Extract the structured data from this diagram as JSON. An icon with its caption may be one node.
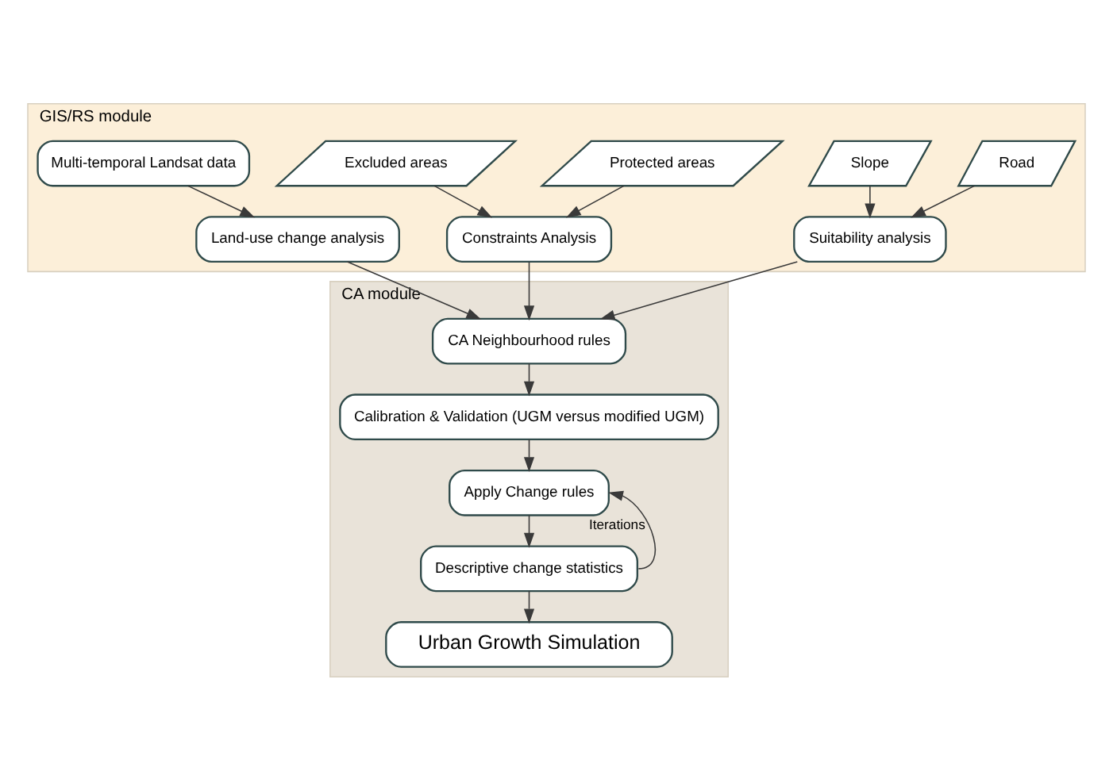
{
  "diagram": {
    "nodes": [
      {
        "text": [
          "GIS/RS module"
        ]
      },
      {
        "text": [
          "CA module"
        ]
      },
      {
        "text": [
          "Road"
        ],
        "in": 0
      },
      {
        "text": [
          "Slope"
        ],
        "in": 0
      },
      {
        "text": [
          "Protected areas"
        ],
        "in": 0
      },
      {
        "text": [
          "Excluded areas"
        ],
        "in": 0
      },
      {
        "text": [
          "Multi-temporal Landsat data"
        ],
        "in": 0
      },
      {
        "text": [
          "Suitability analysis"
        ],
        "in": 0
      },
      {
        "text": [
          "Constraints Analysis"
        ],
        "in": 0
      },
      {
        "text": [
          "Land-use change analysis"
        ],
        "in": 0
      },
      {
        "text": [
          "CA Neighbourhood rules"
        ],
        "in": 1
      },
      {
        "text": [
          "Calibration & Validation (UGM versus modified UGM)"
        ],
        "in": 1
      },
      {
        "text": [
          "Apply Change rules"
        ],
        "in": 1
      },
      {
        "text": [
          "Descriptive change statistics"
        ],
        "in": 1
      },
      {
        "text": [
          "Urban Growth Simulation"
        ],
        "in": 1
      }
    ],
    "edges": [
      {
        "from": 2,
        "to": 7,
        "arrow": "to"
      },
      {
        "from": 3,
        "to": 7,
        "arrow": "to"
      },
      {
        "from": 4,
        "to": 8,
        "arrow": "to"
      },
      {
        "from": 5,
        "to": 8,
        "arrow": "to"
      },
      {
        "from": 6,
        "to": 9,
        "arrow": "to"
      },
      {
        "from": 7,
        "to": 10,
        "arrow": "to"
      },
      {
        "from": 8,
        "to": 10,
        "arrow": "to"
      },
      {
        "from": 9,
        "to": 10,
        "arrow": "to"
      },
      {
        "from": 10,
        "to": 11,
        "arrow": "to"
      },
      {
        "from": 11,
        "to": 12,
        "arrow": "to"
      },
      {
        "from": 12,
        "to": 13,
        "arrow": "to"
      },
      {
        "from": 13,
        "to": 14,
        "arrow": "to"
      },
      {
        "from": 13,
        "to": 12,
        "arrow": "to",
        "label": "Iterations"
      }
    ]
  }
}
